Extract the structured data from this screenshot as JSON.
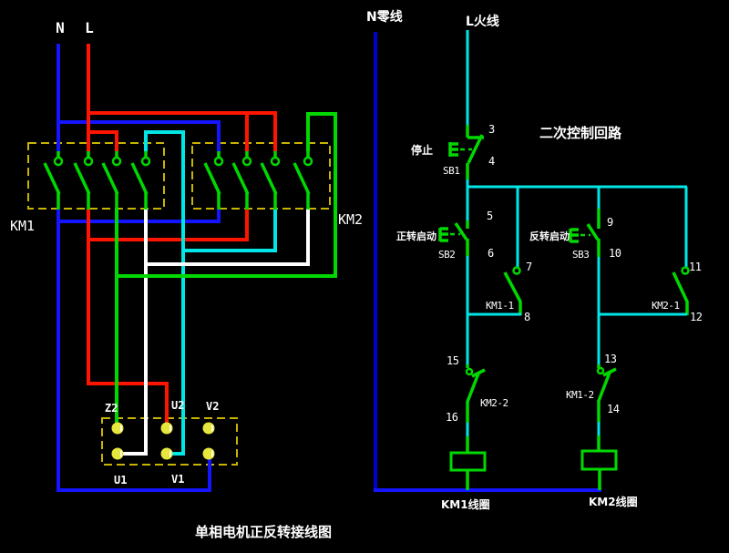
{
  "colors": {
    "background": "#000000",
    "wire_red": "#ff1400",
    "wire_blue": "#1414ff",
    "wire_blue_dark": "#0000cd",
    "wire_green": "#00d800",
    "wire_cyan": "#00e6e6",
    "wire_white": "#ffffff",
    "box_dash": "#c8b400",
    "terminal_fill": "#e6e63c",
    "label_text": "#ffffff"
  },
  "power": {
    "n_left": "N",
    "l_left": "L",
    "n_right": "N零线",
    "l_right": "L火线"
  },
  "titles": {
    "wiring_title": "单相电机正反转接线图",
    "control_title": "二次控制回路"
  },
  "contactors": {
    "km1": "KM1",
    "km2": "KM2"
  },
  "motor": {
    "z2": "Z2",
    "u2": "U2",
    "v2": "V2",
    "u1": "U1",
    "v1": "V1"
  },
  "control": {
    "stop": "停止",
    "sb1": "SB1",
    "forward": "正转启动",
    "sb2": "SB2",
    "reverse": "反转启动",
    "sb3": "SB3",
    "km1_1": "KM1-1",
    "km2_1": "KM2-1",
    "km2_2": "KM2-2",
    "km1_2": "KM1-2",
    "km1_coil": "KM1线圈",
    "km2_coil": "KM2线圈",
    "nodes": {
      "n3": "3",
      "n4": "4",
      "n5": "5",
      "n6": "6",
      "n7": "7",
      "n8": "8",
      "n9": "9",
      "n10": "10",
      "n11": "11",
      "n12": "12",
      "n13": "13",
      "n14": "14",
      "n15": "15",
      "n16": "16"
    }
  }
}
